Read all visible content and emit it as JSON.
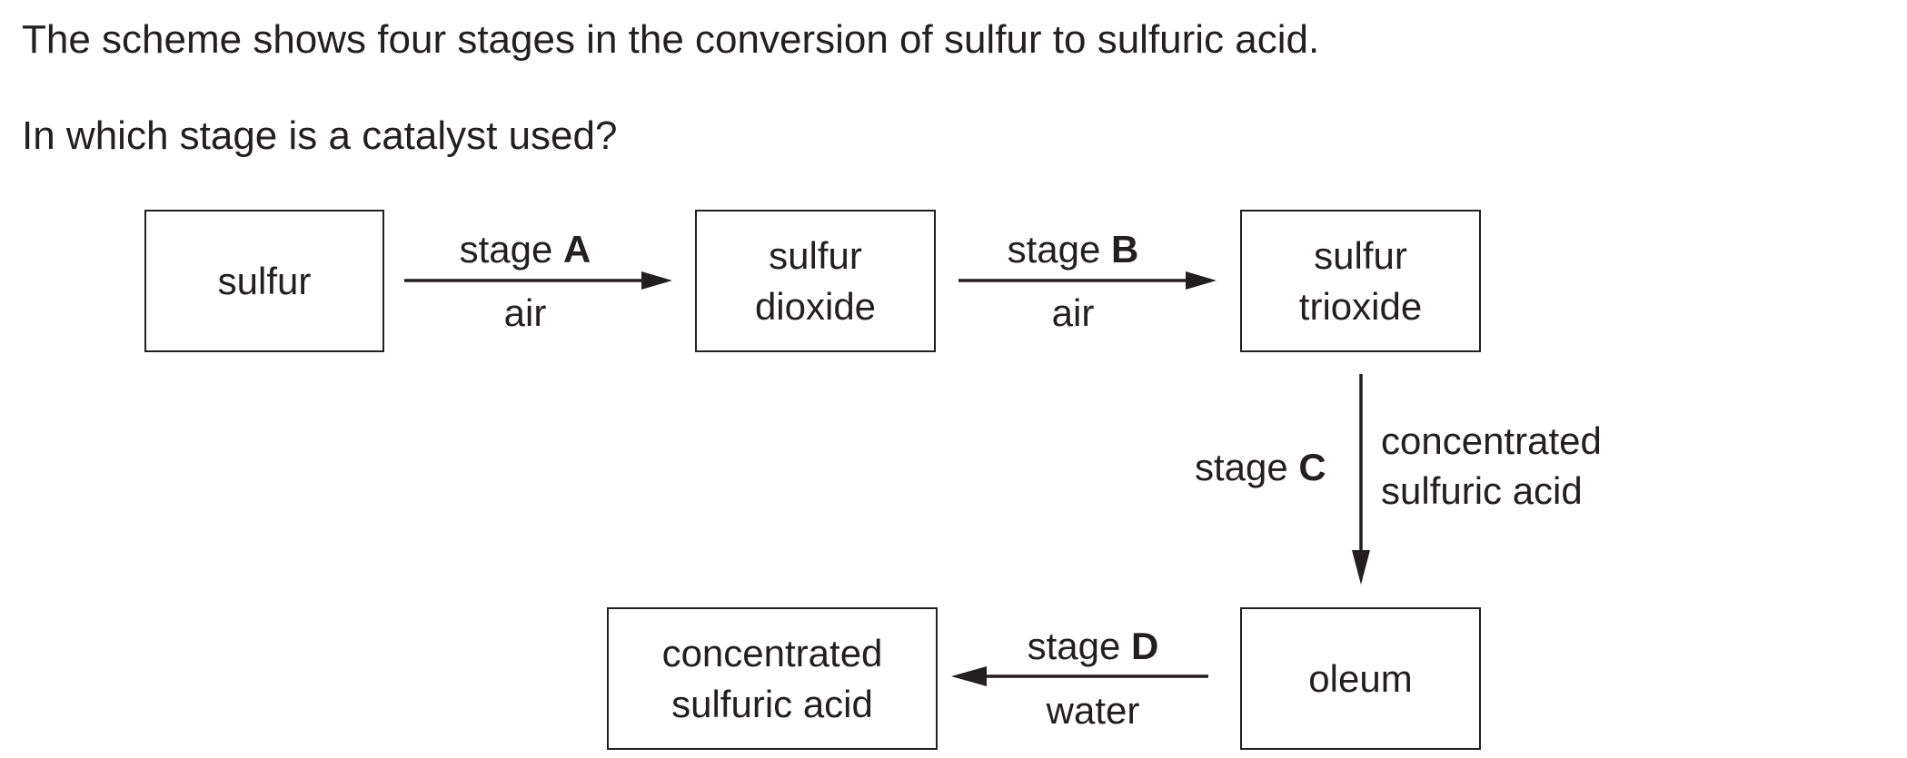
{
  "question": {
    "line1": "The scheme shows four stages in the conversion of sulfur to sulfuric acid.",
    "line2": "In which stage is a catalyst used?"
  },
  "boxes": {
    "sulfur": [
      "sulfur"
    ],
    "sulfur_dioxide": [
      "sulfur",
      "dioxide"
    ],
    "sulfur_trioxide": [
      "sulfur",
      "trioxide"
    ],
    "oleum": [
      "oleum"
    ],
    "concentrated_sulfuric_acid": [
      "concentrated",
      "sulfuric acid"
    ]
  },
  "stages": {
    "A": {
      "word": "stage",
      "letter": "A",
      "reagent": "air"
    },
    "B": {
      "word": "stage",
      "letter": "B",
      "reagent": "air"
    },
    "C": {
      "word": "stage",
      "letter": "C",
      "reagent_line1": "concentrated",
      "reagent_line2": "sulfuric acid"
    },
    "D": {
      "word": "stage",
      "letter": "D",
      "reagent": "water"
    }
  },
  "colors": {
    "ink": "#231f20",
    "background": "#ffffff"
  }
}
